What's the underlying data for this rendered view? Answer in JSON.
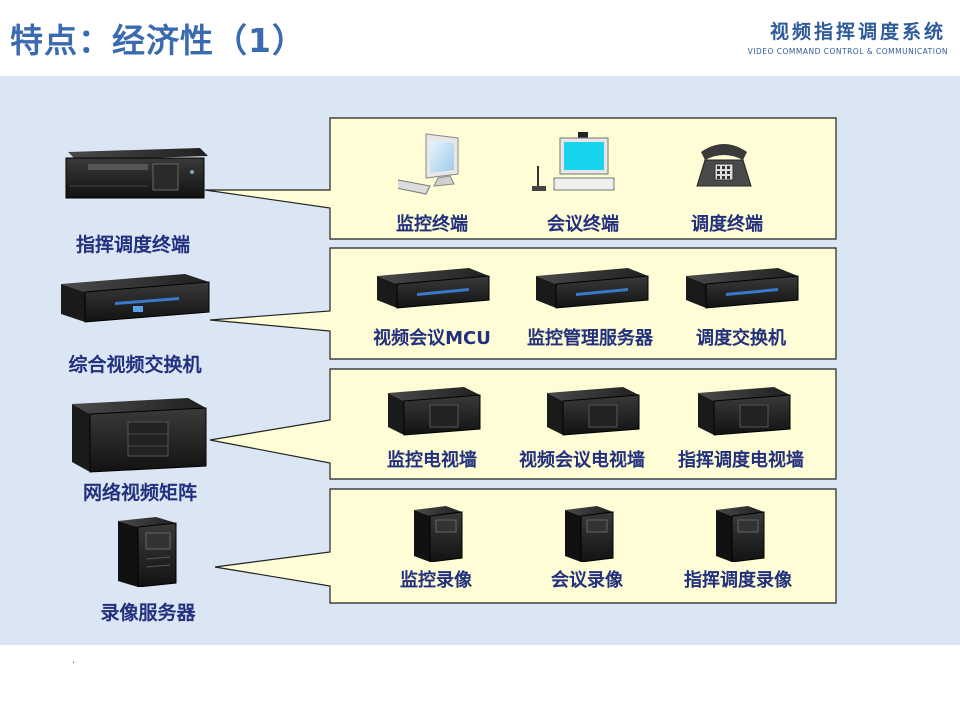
{
  "header": {
    "title": "特点：经济性（1）",
    "brand_cn": "视频指挥调度系统",
    "brand_en": "VIDEO COMMAND CONTROL & COMMUNICATION",
    "accent_color": "#3a6ab0"
  },
  "footer": {
    "mark": "."
  },
  "rows": [
    {
      "main_label": "指挥调度终端",
      "main_icon": "rack-server-2u-icon",
      "items": [
        {
          "label": "监控终端",
          "icon": "computer-monitor-icon"
        },
        {
          "label": "会议终端",
          "icon": "video-terminal-icon"
        },
        {
          "label": "调度终端",
          "icon": "desk-phone-icon"
        }
      ]
    },
    {
      "main_label": "综合视频交换机",
      "main_icon": "video-switch-icon",
      "items": [
        {
          "label": "视频会议MCU",
          "icon": "video-switch-icon"
        },
        {
          "label": "监控管理服务器",
          "icon": "video-switch-icon"
        },
        {
          "label": "调度交换机",
          "icon": "video-switch-icon"
        }
      ]
    },
    {
      "main_label": "网络视频矩阵",
      "main_icon": "rack-server-4u-icon",
      "items": [
        {
          "label": "监控电视墙",
          "icon": "rack-server-4u-icon"
        },
        {
          "label": "视频会议电视墙",
          "icon": "rack-server-4u-icon"
        },
        {
          "label": "指挥调度电视墙",
          "icon": "rack-server-4u-icon"
        }
      ]
    },
    {
      "main_label": "录像服务器",
      "main_icon": "tower-server-icon",
      "items": [
        {
          "label": "监控录像",
          "icon": "tower-server-icon"
        },
        {
          "label": "会议录像",
          "icon": "tower-server-icon"
        },
        {
          "label": "指挥调度录像",
          "icon": "tower-server-icon"
        }
      ]
    }
  ],
  "colors": {
    "callout_fill": "#fefdd6",
    "callout_stroke": "#222222",
    "label_color": "#23307d",
    "panel_bg": "#dbe6f4"
  }
}
